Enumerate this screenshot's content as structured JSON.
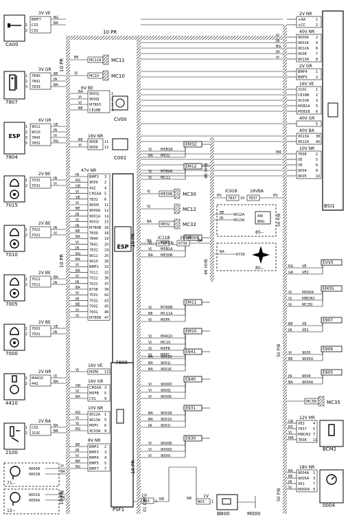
{
  "left_components": [
    {
      "code": "CA00",
      "icon": "key-icon",
      "connector": "3V VE",
      "pins": [
        "BMF7",
        "C01",
        "C02"
      ],
      "pin_numbers": [
        "",
        "1",
        "2"
      ],
      "wires": [
        "BG",
        "BA"
      ]
    },
    {
      "code": "7807",
      "icon": "sensor-icon",
      "connector": "3V GR",
      "pins": [
        "7840",
        "7841",
        "7839"
      ],
      "pin_numbers": [
        "1",
        "2",
        "3"
      ],
      "wires": [
        "BE",
        "JN",
        "BA"
      ]
    },
    {
      "code": "7804",
      "icon": "esp-icon",
      "connector": "6V GR",
      "pins": [
        "9011",
        "9010",
        "7845",
        "7832"
      ],
      "pin_numbers": [
        "1",
        "2",
        "3",
        "5"
      ],
      "wires": [
        "VE",
        "JN",
        "VI",
        "RG"
      ]
    },
    {
      "code": "7015",
      "icon": "wheel-sensor-icon",
      "connector": "2V BE",
      "pins": [
        "7032",
        "7031"
      ],
      "pin_numbers": [
        "1",
        "2"
      ],
      "wires": [
        "JN",
        "VI"
      ]
    },
    {
      "code": "7010",
      "icon": "wheel-sensor-icon",
      "connector": "2V BE",
      "pins": [
        "7022",
        "7021"
      ],
      "pin_numbers": [
        "1",
        "2"
      ],
      "wires": [
        "JN",
        "VI"
      ]
    },
    {
      "code": "7005",
      "icon": "wheel-sensor-icon",
      "connector": "2V BE",
      "pins": [
        "7012",
        "7011"
      ],
      "pin_numbers": [
        "1",
        "2"
      ],
      "wires": [
        "BA",
        "JN"
      ]
    },
    {
      "code": "7000",
      "icon": "wheel-sensor-icon",
      "connector": "2V BE",
      "pins": [
        "7002",
        "7001"
      ],
      "pin_numbers": [
        "1",
        "2"
      ],
      "wires": [
        "VE",
        "JN"
      ]
    },
    {
      "code": "4410",
      "icon": "brake-switch-icon",
      "connector": "2V NR",
      "pins": [
        "M4410",
        "442"
      ],
      "pin_numbers": [
        "1",
        "2"
      ],
      "wires": [
        "VJ",
        "BA"
      ]
    },
    {
      "code": "2100",
      "icon": "stop-switch-icon",
      "connector": "2V BA",
      "pins": [
        "C02",
        "210C"
      ],
      "pin_numbers": [
        "1",
        "2"
      ],
      "wires": [
        "BA",
        "BR"
      ]
    }
  ],
  "dashed_components": [
    {
      "code": "71--",
      "icon": "steering-icon",
      "pins": [
        "9000B",
        "9001B"
      ],
      "wires": [
        "VI",
        "BA"
      ]
    },
    {
      "code": "12--",
      "icon": "diagnostic-icon",
      "pins": [
        "9001A",
        "9000A"
      ],
      "wires": [
        "VI",
        "BA"
      ]
    }
  ],
  "harness": {
    "top": "10 PR",
    "left_vertical": "10 PR",
    "mid_vertical": "10 PR",
    "mid_vertical_lower": "10 PR",
    "right_vertical": "50 P/B",
    "hh_labels": [
      "46 HHB",
      "46 HHB"
    ],
    "cbp": "01 CBP"
  },
  "connector_mc11": {
    "pin": "MC11A",
    "code": "MC11",
    "wire": "BE"
  },
  "connector_mc10": {
    "pin": "MC10",
    "code": "MC10",
    "wire": "VJ"
  },
  "cv00": {
    "code": "CV00",
    "connector": "6V BE",
    "pins": [
      "9001J",
      "9000J",
      "M7803",
      "CE18B"
    ],
    "pin_numbers": [
      "1",
      "2",
      "3",
      "4"
    ],
    "wires": [
      "BA",
      "VI",
      "VJ",
      "BE"
    ]
  },
  "c001": {
    "code": "C001",
    "connector": "16V NR",
    "pins": [
      "9008",
      "9009"
    ],
    "pin_numbers": [
      "11",
      "12"
    ],
    "wires": [
      "BE",
      "VI"
    ]
  },
  "ecu_7800": {
    "code": "7800",
    "connector": "47V NR",
    "icon": "esp-icon",
    "pins": [
      "BMF3",
      "9009",
      "442",
      "CM16A",
      "7831",
      "9000I",
      "9000A",
      "9001A",
      "9001I",
      "M780B",
      "7839",
      "7840",
      "7841",
      "7832",
      "9011",
      "9010",
      "BMF2",
      "7011",
      "7022",
      "7021",
      "6738",
      "7031",
      "7032",
      "7002",
      "7001",
      "M780B"
    ],
    "pin_numbers": [
      "3",
      "2",
      "4",
      "5",
      "6",
      "11",
      "12",
      "14",
      "15",
      "16",
      "18",
      "19",
      "20",
      "24",
      "25",
      "26",
      "32",
      "33",
      "36",
      "37",
      "39",
      "42",
      "43",
      "45",
      "46",
      "47"
    ],
    "wires": [
      "JN",
      "RG",
      "OR",
      "VI",
      "VE",
      "VI",
      "BE",
      "JN",
      "VJ",
      "JN",
      "BE",
      "BA",
      "VI",
      "JN",
      "RG",
      "BA",
      "VI",
      "BA",
      "VI",
      "JN",
      "BA",
      "VI",
      "JN",
      "BE",
      "VI",
      "VJ"
    ]
  },
  "psf1": {
    "code": "PSF1",
    "blocks": [
      {
        "connector": "16V VE",
        "pins": [
          "M5FA"
        ],
        "pin_numbers": [
          "13"
        ],
        "wires": [
          "VJ"
        ]
      },
      {
        "connector": "16V GR",
        "pins": [
          "CM16A",
          "M5FB",
          "C01"
        ],
        "pin_numbers": [
          "3",
          "5",
          "9"
        ],
        "wires": [
          "OR",
          "VJ",
          "BA"
        ]
      },
      {
        "connector": "10V NR",
        "pins": [
          "9012A",
          "9013A",
          "M5FC",
          "XC03A"
        ],
        "pin_numbers": [
          "1",
          "5",
          "6",
          "9"
        ],
        "wires": [
          "RG",
          "VI",
          "VJ",
          "RG"
        ]
      },
      {
        "connector": "8V NR",
        "pins": [
          "BMF2",
          "BMF3",
          "BMF4",
          "BMF5",
          "BMF7"
        ],
        "pin_numbers": [
          "2",
          "3",
          "4",
          "5",
          "7"
        ],
        "wires": [
          "BE",
          "JN",
          "VI",
          "BA",
          "BG"
        ]
      }
    ]
  },
  "em_connectors": [
    {
      "code": "EM32",
      "pins": [
        "M5B1B",
        "ME32"
      ],
      "wires": [
        "VJ",
        "BA"
      ]
    },
    {
      "code": "EM12",
      "pins": [
        "M780A",
        "MC12"
      ],
      "wires": [
        "VJ",
        "VJ"
      ]
    },
    {
      "code": "EM30B",
      "pins": [
        "M7803",
        "M5B1A",
        "ME30B"
      ],
      "wires": [
        "VJ",
        "VJ",
        "BA"
      ]
    },
    {
      "code": "EM11",
      "pins": [
        "M780B",
        "MC11A",
        "M5FA"
      ],
      "wires": [
        "VJ",
        "BE",
        "VJ"
      ]
    },
    {
      "code": "EM10",
      "pins": [
        "M4410",
        "MC10",
        "M5FB",
        "M5FC"
      ],
      "wires": [
        "VJ",
        "VJ",
        "VJ",
        "VJ"
      ]
    },
    {
      "code": "E941",
      "pins": [
        "9001D",
        "9001J",
        "9001K"
      ],
      "wires": [
        "BA",
        "BA",
        "BA"
      ]
    },
    {
      "code": "E940",
      "pins": [
        "9000D",
        "9000J",
        "9000K"
      ],
      "wires": [
        "VI",
        "VI",
        "VI"
      ]
    },
    {
      "code": "E931",
      "pins": [
        "9001B",
        "9001D",
        "9001I"
      ],
      "wires": [
        "BA",
        "BA",
        "JN"
      ]
    },
    {
      "code": "E930",
      "pins": [
        "9000B",
        "9000D",
        "9000I"
      ],
      "wires": [
        "VI",
        "VI",
        "VI"
      ]
    }
  ],
  "mc_connectors": [
    {
      "code": "MC30",
      "pin": "ME30B",
      "wire": "VJ"
    },
    {
      "code": "MC12",
      "pin": "",
      "wire": "VJ"
    },
    {
      "code": "MC32",
      "pin": "ME32",
      "wire": "BA"
    }
  ],
  "ic11b": {
    "code": "IC11B",
    "connector": "2V VE",
    "pins": [
      "6738",
      "6739"
    ],
    "pin_numbers": [
      "2",
      "2"
    ],
    "wires": [
      "BA",
      "BA"
    ]
  },
  "ic91b": {
    "code": "IC91B",
    "connector": "16VBA",
    "pins": [
      "7837",
      "7837"
    ],
    "pin_numbers": [
      "10",
      "10"
    ],
    "wires": [
      "RS",
      "RS"
    ]
  },
  "airbag_group": {
    "code": "85--",
    "icon": "airbag-icon",
    "icon_text": [
      "AIR",
      "BAG"
    ],
    "pins": [
      "9012A",
      "9013A"
    ],
    "wires": [
      "BE",
      "JN"
    ]
  },
  "star_group": {
    "code": "85--",
    "icon": "star-icon",
    "pins": [
      "6739"
    ],
    "wires": [
      "BA"
    ]
  },
  "bsi1": {
    "code": "BSI1",
    "blocks": [
      {
        "connector": "2V NR",
        "pins": [
          "+AA",
          "+CC"
        ],
        "pin_numbers": [
          "1",
          "2"
        ],
        "wires": [
          "",
          ""
        ]
      },
      {
        "connector": "40V NR",
        "pins": [
          "9000K",
          "9001K",
          "9012A",
          "9008",
          "9013A"
        ],
        "pin_numbers": [
          "2",
          "4",
          "6",
          "7",
          "8"
        ],
        "wires": [
          "VI",
          "JN",
          "BG",
          "JN",
          "VI"
        ]
      },
      {
        "connector": "2V GR",
        "pins": [
          "BMF4",
          "BMF5"
        ],
        "pin_numbers": [
          "1",
          "2"
        ],
        "wires": [
          "",
          ""
        ]
      },
      {
        "connector": "16V VE",
        "pins": [
          "210C",
          "CE18B",
          "XC03A",
          "M5B1A",
          "M5B1B"
        ],
        "pin_numbers": [
          "1",
          "2",
          "3",
          "5",
          "6"
        ],
        "wires": [
          "",
          "",
          "",
          "",
          ""
        ]
      },
      {
        "connector": "40V GR",
        "pins": [
          ""
        ],
        "pin_numbers": [
          "5"
        ],
        "wires": [
          ""
        ]
      },
      {
        "connector": "40V BA",
        "pins": [
          "9013A",
          "9012A"
        ],
        "pin_numbers": [
          "38",
          "40"
        ],
        "wires": [
          "",
          ""
        ]
      },
      {
        "connector": "10V NR",
        "pins": [
          "7838",
          "XE",
          "VE",
          "9004",
          "9005"
        ],
        "pin_numbers": [
          "2",
          "5",
          "6",
          "8",
          "10"
        ],
        "wires": [
          "MR",
          "",
          "",
          "",
          ""
        ]
      }
    ]
  },
  "right_connectors": [
    {
      "code": "EVV5",
      "pins": [
        "VE",
        "VE2"
      ],
      "wires": [
        "RG",
        "GR"
      ]
    },
    {
      "code": "EM35",
      "pins": [
        "M0004",
        "MBCM2",
        "MC35I"
      ],
      "wires": [
        "VJ",
        "VJ",
        "VJ"
      ]
    },
    {
      "code": "E907",
      "pins": [
        "XE",
        "XE1"
      ],
      "wires": [
        "BE",
        "JN"
      ]
    },
    {
      "code": "E906",
      "pins": [
        "9005",
        "9005A"
      ],
      "wires": [
        "VI",
        "BE"
      ]
    },
    {
      "code": "E905",
      "pins": [
        "9004",
        "9004A"
      ],
      "wires": [
        "JN",
        "BA"
      ]
    }
  ],
  "mc35": {
    "code": "MC35",
    "pin": "MC35I"
  },
  "bcm2": {
    "code": "BCM2",
    "connector": "12V MR",
    "icon": "bcm-icon",
    "pins": [
      "VE2",
      "7837",
      "MBCM2",
      "7838"
    ],
    "pin_numbers": [
      "4",
      "5",
      "7",
      "11"
    ],
    "wires": [
      "GR",
      "RS",
      "VJ",
      "MR"
    ]
  },
  "c0004": {
    "code": "0004",
    "connector": "18V NR",
    "icon": "cluster-icon",
    "pins": [
      "9004A",
      "9005A",
      "XE1",
      "M0004"
    ],
    "pin_numbers": [
      "1",
      "3",
      "7",
      "9"
    ],
    "wires": [
      "BA",
      "BE",
      "JN",
      "VJ"
    ]
  },
  "bb00": {
    "code": "BB00",
    "connector": "1V",
    "pins": [
      "B03"
    ],
    "pin_numbers": [
      "1"
    ],
    "wires": [
      "NR"
    ],
    "icon": "battery-icon"
  },
  "psf1_out": {
    "connector": "1V",
    "pin": "B03",
    "pin_number": "1",
    "wire": "NR"
  },
  "m000": {
    "code": "M000",
    "icon": "ground-icon"
  }
}
